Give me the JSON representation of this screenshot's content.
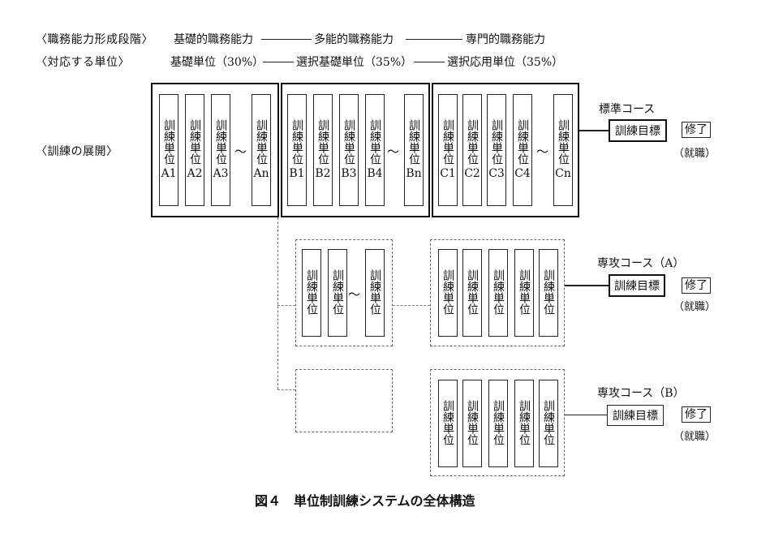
{
  "rows": {
    "stages": {
      "label": "〈職務能力形成段階〉",
      "basic": "基礎的職務能力",
      "multi": "多能的職務能力",
      "special": "専門的職務能力"
    },
    "units": {
      "label": "〈対応する単位〉",
      "basic": "基礎単位（30%）",
      "selected": "選択基礎単位（35%）",
      "applied": "選択応用単位（35%）"
    },
    "deploy": {
      "label": "〈訓練の展開〉"
    }
  },
  "unit_text": "訓練単位",
  "tilde": "～",
  "standard": {
    "groupA_codes": [
      "A1",
      "A2",
      "A3",
      "An"
    ],
    "groupB_codes": [
      "B1",
      "B2",
      "B3",
      "B4",
      "Bn"
    ],
    "groupC_codes": [
      "C1",
      "C2",
      "C3",
      "C4",
      "Cn"
    ]
  },
  "courses": {
    "standard": {
      "name": "標準コース",
      "goal": "訓練目標",
      "done": "修了",
      "job": "（就職）"
    },
    "specialA": {
      "name": "専攻コース（A）",
      "goal": "訓練目標",
      "done": "修了",
      "job": "（就職）"
    },
    "specialB": {
      "name": "専攻コース（B）",
      "goal": "訓練目標",
      "done": "修了",
      "job": "（就職）"
    }
  },
  "caption": "図４　単位制訓練システムの全体構造"
}
